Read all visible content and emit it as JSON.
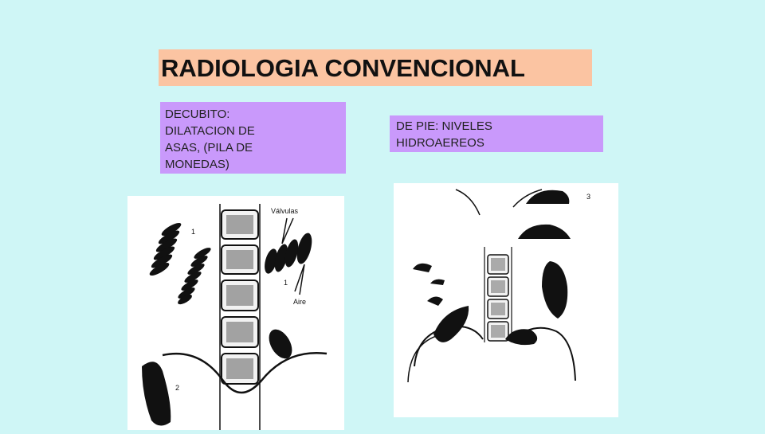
{
  "title": "RADIOLOGIA CONVENCIONAL",
  "decubito": {
    "lines": [
      "DECUBITO:",
      "DILATACION DE",
      "ASAS, (PILA DE",
      "MONEDAS)"
    ]
  },
  "de_pie": {
    "lines": [
      "DE PIE: NIVELES",
      "HIDROAEREOS"
    ]
  },
  "figure_left": {
    "valvulas": "Válvulas",
    "aire": "Aire",
    "num_1a": "1",
    "num_1b": "1",
    "num_2": "2"
  },
  "figure_right": {
    "num_3": "3"
  }
}
